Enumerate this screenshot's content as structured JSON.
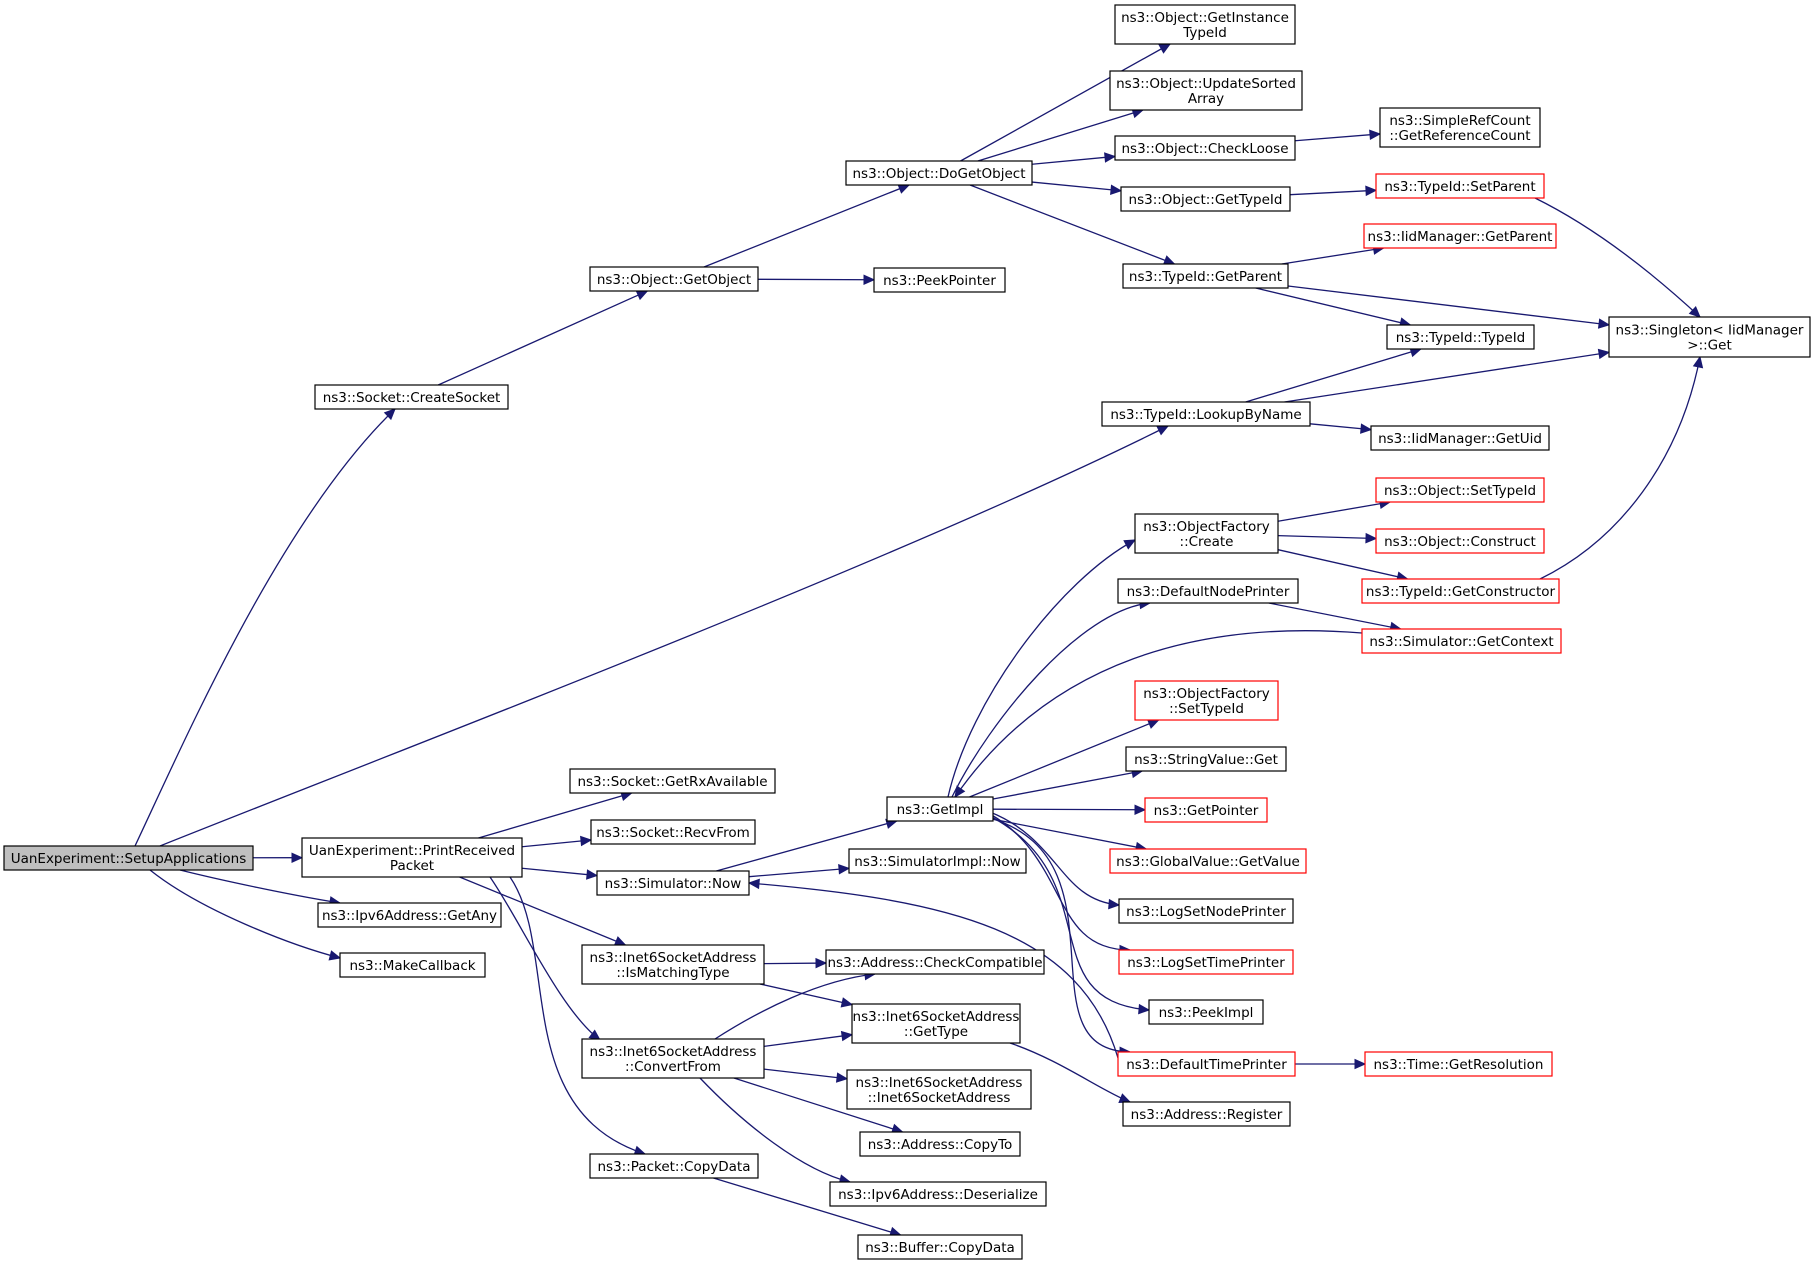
{
  "graph": {
    "edge_color": "#191970",
    "incomplete_node_border_color": "#ff0000",
    "root_fill": "#bfbfbf",
    "nodes": [
      {
        "id": "root",
        "lines": [
          "UanExperiment::SetupApplications"
        ],
        "style": "root"
      },
      {
        "id": "createsocket",
        "lines": [
          "ns3::Socket::CreateSocket"
        ]
      },
      {
        "id": "getobject",
        "lines": [
          "ns3::Object::GetObject"
        ]
      },
      {
        "id": "dogetobject",
        "lines": [
          "ns3::Object::DoGetObject"
        ]
      },
      {
        "id": "getinstancetypeid",
        "lines": [
          "ns3::Object::GetInstance",
          "TypeId"
        ]
      },
      {
        "id": "updatesorted",
        "lines": [
          "ns3::Object::UpdateSorted",
          "Array"
        ]
      },
      {
        "id": "checkloose",
        "lines": [
          "ns3::Object::CheckLoose"
        ]
      },
      {
        "id": "getrefcount",
        "lines": [
          "ns3::SimpleRefCount",
          "::GetReferenceCount"
        ]
      },
      {
        "id": "objgettypeid",
        "lines": [
          "ns3::Object::GetTypeId"
        ]
      },
      {
        "id": "setparent",
        "lines": [
          "ns3::TypeId::SetParent"
        ],
        "style": "red"
      },
      {
        "id": "typeidgetparent",
        "lines": [
          "ns3::TypeId::GetParent"
        ]
      },
      {
        "id": "iidgetparent",
        "lines": [
          "ns3::IidManager::GetParent"
        ],
        "style": "red"
      },
      {
        "id": "singleton",
        "lines": [
          "ns3::Singleton< IidManager",
          " >::Get"
        ]
      },
      {
        "id": "typeidtypeid",
        "lines": [
          "ns3::TypeId::TypeId"
        ]
      },
      {
        "id": "peekpointer",
        "lines": [
          "ns3::PeekPointer"
        ]
      },
      {
        "id": "lookupbyname",
        "lines": [
          "ns3::TypeId::LookupByName"
        ]
      },
      {
        "id": "iidgetuid",
        "lines": [
          "ns3::IidManager::GetUid"
        ]
      },
      {
        "id": "ofcreate",
        "lines": [
          "ns3::ObjectFactory",
          "::Create"
        ]
      },
      {
        "id": "setobjtypeid",
        "lines": [
          "ns3::Object::SetTypeId"
        ],
        "style": "red"
      },
      {
        "id": "construct",
        "lines": [
          "ns3::Object::Construct"
        ],
        "style": "red"
      },
      {
        "id": "getconstructor",
        "lines": [
          "ns3::TypeId::GetConstructor"
        ],
        "style": "red"
      },
      {
        "id": "defaultnodeprinter",
        "lines": [
          "ns3::DefaultNodePrinter"
        ]
      },
      {
        "id": "getcontext",
        "lines": [
          "ns3::Simulator::GetContext"
        ],
        "style": "red"
      },
      {
        "id": "ofsettypeid",
        "lines": [
          "ns3::ObjectFactory",
          "::SetTypeId"
        ],
        "style": "red"
      },
      {
        "id": "stringvalueget",
        "lines": [
          "ns3::StringValue::Get"
        ]
      },
      {
        "id": "getimpl",
        "lines": [
          "ns3::GetImpl"
        ]
      },
      {
        "id": "getpointer",
        "lines": [
          "ns3::GetPointer"
        ],
        "style": "red"
      },
      {
        "id": "globalvalue",
        "lines": [
          "ns3::GlobalValue::GetValue"
        ],
        "style": "red"
      },
      {
        "id": "logsetnodeprinter",
        "lines": [
          "ns3::LogSetNodePrinter"
        ]
      },
      {
        "id": "logsettimeprinter",
        "lines": [
          "ns3::LogSetTimePrinter"
        ],
        "style": "red"
      },
      {
        "id": "peekimpl",
        "lines": [
          "ns3::PeekImpl"
        ]
      },
      {
        "id": "defaulttimeprinter",
        "lines": [
          "ns3::DefaultTimePrinter"
        ],
        "style": "red"
      },
      {
        "id": "getresolution",
        "lines": [
          "ns3::Time::GetResolution"
        ],
        "style": "red"
      },
      {
        "id": "getrxavailable",
        "lines": [
          "ns3::Socket::GetRxAvailable"
        ]
      },
      {
        "id": "recvfrom",
        "lines": [
          "ns3::Socket::RecvFrom"
        ]
      },
      {
        "id": "printreceived",
        "lines": [
          "UanExperiment::PrintReceived",
          "Packet"
        ]
      },
      {
        "id": "simnow",
        "lines": [
          "ns3::Simulator::Now"
        ]
      },
      {
        "id": "simimplnow",
        "lines": [
          "ns3::SimulatorImpl::Now"
        ]
      },
      {
        "id": "ipv6getany",
        "lines": [
          "ns3::Ipv6Address::GetAny"
        ]
      },
      {
        "id": "makecallback",
        "lines": [
          "ns3::MakeCallback"
        ]
      },
      {
        "id": "ismatchingtype",
        "lines": [
          "ns3::Inet6SocketAddress",
          "::IsMatchingType"
        ]
      },
      {
        "id": "checkcompatible",
        "lines": [
          "ns3::Address::CheckCompatible"
        ]
      },
      {
        "id": "i6gettype",
        "lines": [
          "ns3::Inet6SocketAddress",
          "::GetType"
        ]
      },
      {
        "id": "convertfrom",
        "lines": [
          "ns3::Inet6SocketAddress",
          "::ConvertFrom"
        ]
      },
      {
        "id": "i6ctor",
        "lines": [
          "ns3::Inet6SocketAddress",
          "::Inet6SocketAddress"
        ]
      },
      {
        "id": "addrregister",
        "lines": [
          "ns3::Address::Register"
        ]
      },
      {
        "id": "addrcopyto",
        "lines": [
          "ns3::Address::CopyTo"
        ]
      },
      {
        "id": "packetcopydata",
        "lines": [
          "ns3::Packet::CopyData"
        ]
      },
      {
        "id": "ipv6deserialize",
        "lines": [
          "ns3::Ipv6Address::Deserialize"
        ]
      },
      {
        "id": "buffercopydata",
        "lines": [
          "ns3::Buffer::CopyData"
        ]
      }
    ],
    "edges": [
      [
        "root",
        "createsocket"
      ],
      [
        "root",
        "lookupbyname"
      ],
      [
        "root",
        "printreceived"
      ],
      [
        "root",
        "ipv6getany"
      ],
      [
        "root",
        "makecallback"
      ],
      [
        "createsocket",
        "getobject"
      ],
      [
        "getobject",
        "dogetobject"
      ],
      [
        "getobject",
        "peekpointer"
      ],
      [
        "dogetobject",
        "getinstancetypeid"
      ],
      [
        "dogetobject",
        "updatesorted"
      ],
      [
        "dogetobject",
        "checkloose"
      ],
      [
        "dogetobject",
        "objgettypeid"
      ],
      [
        "dogetobject",
        "typeidgetparent"
      ],
      [
        "checkloose",
        "getrefcount"
      ],
      [
        "objgettypeid",
        "setparent"
      ],
      [
        "setparent",
        "singleton"
      ],
      [
        "typeidgetparent",
        "iidgetparent"
      ],
      [
        "typeidgetparent",
        "singleton"
      ],
      [
        "typeidgetparent",
        "typeidtypeid"
      ],
      [
        "lookupbyname",
        "typeidtypeid"
      ],
      [
        "lookupbyname",
        "singleton"
      ],
      [
        "lookupbyname",
        "iidgetuid"
      ],
      [
        "ofcreate",
        "setobjtypeid"
      ],
      [
        "ofcreate",
        "construct"
      ],
      [
        "ofcreate",
        "getconstructor"
      ],
      [
        "getconstructor",
        "singleton"
      ],
      [
        "defaultnodeprinter",
        "getcontext"
      ],
      [
        "getcontext",
        "getimpl"
      ],
      [
        "getimpl",
        "ofcreate"
      ],
      [
        "getimpl",
        "defaultnodeprinter"
      ],
      [
        "getimpl",
        "ofsettypeid"
      ],
      [
        "getimpl",
        "stringvalueget"
      ],
      [
        "getimpl",
        "getpointer"
      ],
      [
        "getimpl",
        "globalvalue"
      ],
      [
        "getimpl",
        "logsetnodeprinter"
      ],
      [
        "getimpl",
        "logsettimeprinter"
      ],
      [
        "getimpl",
        "peekimpl"
      ],
      [
        "getimpl",
        "defaulttimeprinter"
      ],
      [
        "defaulttimeprinter",
        "getresolution"
      ],
      [
        "defaulttimeprinter",
        "simnow"
      ],
      [
        "printreceived",
        "getrxavailable"
      ],
      [
        "printreceived",
        "recvfrom"
      ],
      [
        "printreceived",
        "simnow"
      ],
      [
        "printreceived",
        "ismatchingtype"
      ],
      [
        "printreceived",
        "convertfrom"
      ],
      [
        "printreceived",
        "packetcopydata"
      ],
      [
        "simnow",
        "getimpl"
      ],
      [
        "simnow",
        "simimplnow"
      ],
      [
        "ismatchingtype",
        "checkcompatible"
      ],
      [
        "ismatchingtype",
        "i6gettype"
      ],
      [
        "convertfrom",
        "checkcompatible"
      ],
      [
        "convertfrom",
        "i6gettype"
      ],
      [
        "convertfrom",
        "i6ctor"
      ],
      [
        "convertfrom",
        "addrcopyto"
      ],
      [
        "convertfrom",
        "ipv6deserialize"
      ],
      [
        "i6gettype",
        "addrregister"
      ],
      [
        "packetcopydata",
        "buffercopydata"
      ]
    ]
  }
}
